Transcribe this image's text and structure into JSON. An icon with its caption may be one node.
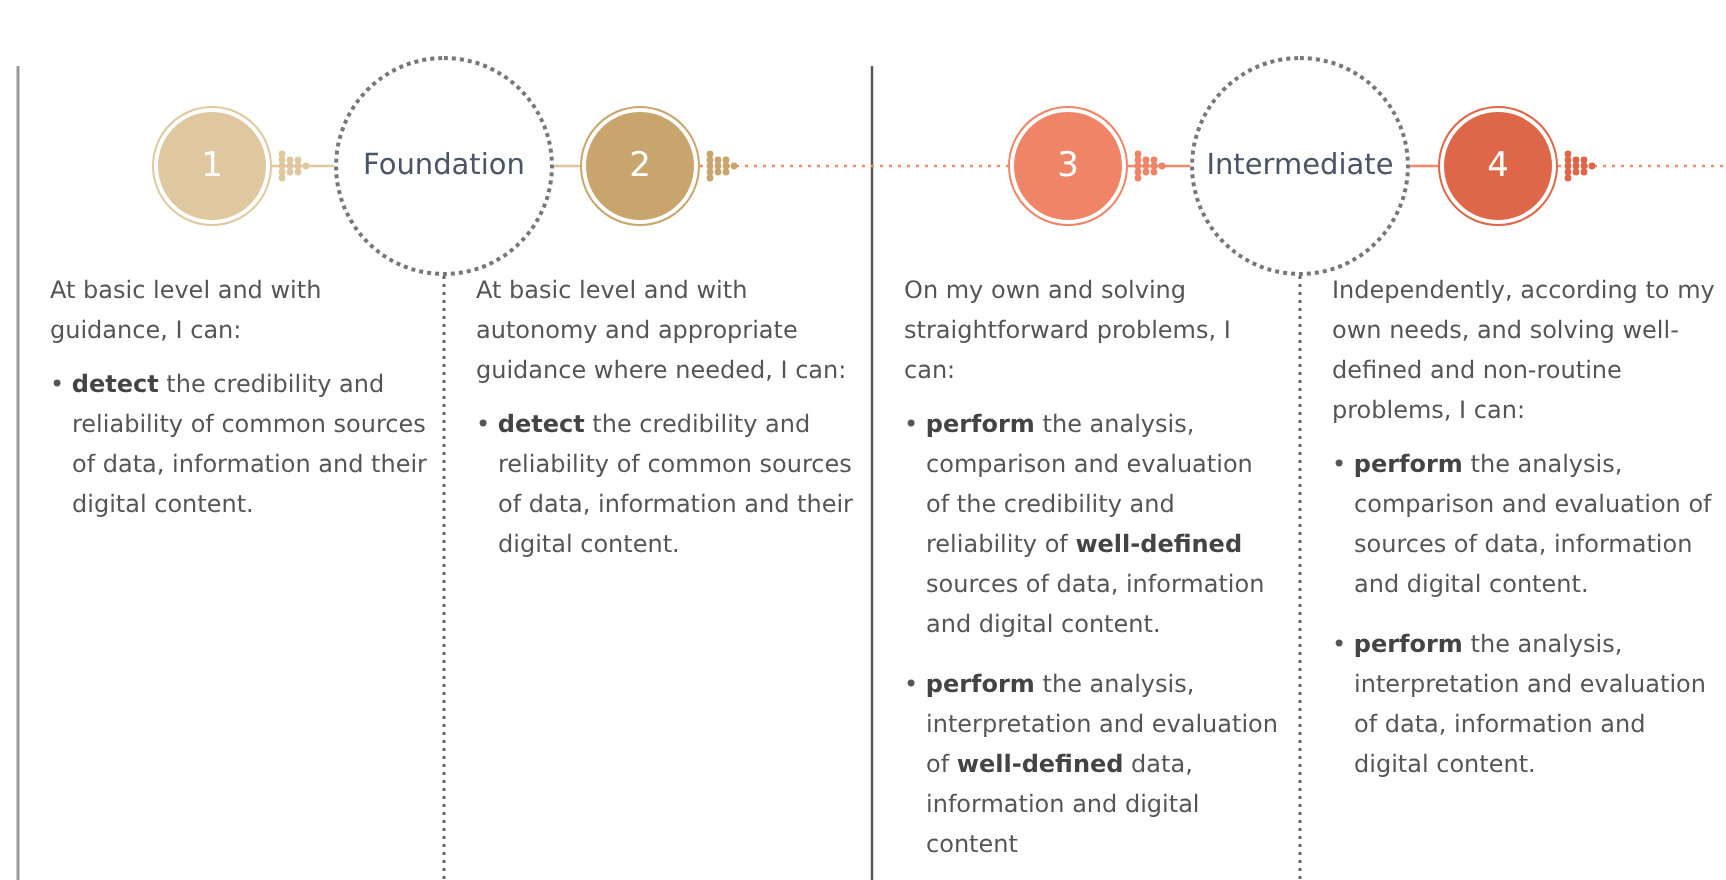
{
  "diagram": {
    "nodes": [
      {
        "text": [
          "1"
        ]
      },
      {
        "text": [
          "Foundation"
        ]
      },
      {
        "text": [
          "2"
        ]
      },
      {
        "text": [
          "3"
        ]
      },
      {
        "text": [
          "Intermediate"
        ]
      },
      {
        "text": [
          "4"
        ]
      }
    ],
    "edges": [
      {
        "from": 0,
        "to": 1,
        "arrow": "other",
        "color": "#e0c79e"
      },
      {
        "from": 1,
        "to": 2,
        "arrow": "none",
        "color": "#e0c79e"
      },
      {
        "from": 2,
        "to": 3,
        "arrow": "other",
        "style": "dashed"
      },
      {
        "from": 3,
        "to": 4,
        "arrow": "other"
      },
      {
        "from": 4,
        "to": 5,
        "arrow": "none"
      },
      {
        "from": 5,
        "to": null,
        "arrow": "other",
        "style": "dashed"
      }
    ],
    "labels": [
      "At basic level and with guidance, I can:",
      "• **detect** the credibility and reliability of common sources of data, information and their digital content.",
      "At basic level and with autonomy and appropriate guidance where needed, I can:",
      "• **detect** the credibility and reliability of common sources of data, information and their digital content.",
      "On my own and solving straightforward problems, I can:",
      "• **perform** the analysis, comparison and evaluation of the credibility and reliability of **well-defined** sources of data, information and digital content.",
      "• **perform** the analysis, interpretation and evaluation of **well-defined** data, information and digital content",
      "Independently, according to my own needs, and solving well-defined and non-routine problems, I can:",
      "• **perform** the analysis, comparison and evaluation of sources of data, information and digital content.",
      "• **perform** the analysis, interpretation and evaluation of data, information and digital content."
    ]
  }
}
